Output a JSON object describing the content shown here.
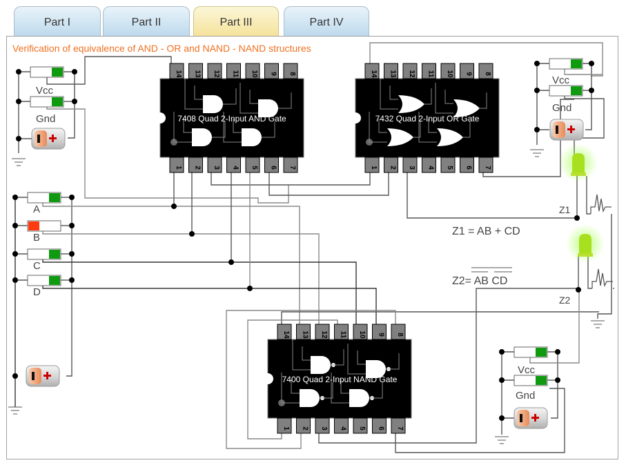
{
  "tabs": [
    {
      "label": "Part I",
      "active": false
    },
    {
      "label": "Part II",
      "active": false
    },
    {
      "label": "Part III",
      "active": true
    },
    {
      "label": "Part IV",
      "active": false
    }
  ],
  "title": "Verification of equivalence of AND - OR and NAND - NAND structures",
  "chips": {
    "and": {
      "label": "7408 Quad 2-Input AND Gate",
      "pins_top": [
        "14",
        "13",
        "12",
        "11",
        "10",
        "9",
        "8"
      ],
      "pins_bottom": [
        "1",
        "2",
        "3",
        "4",
        "5",
        "6",
        "7"
      ]
    },
    "or": {
      "label": "7432 Quad 2-Input OR Gate",
      "pins_top": [
        "14",
        "13",
        "12",
        "11",
        "10",
        "9",
        "8"
      ],
      "pins_bottom": [
        "1",
        "2",
        "3",
        "4",
        "5",
        "6",
        "7"
      ]
    },
    "nand": {
      "label": "7400 Quad 2-Input NAND Gate",
      "pins_top": [
        "14",
        "13",
        "12",
        "11",
        "10",
        "9",
        "8"
      ],
      "pins_bottom": [
        "1",
        "2",
        "3",
        "4",
        "5",
        "6",
        "7"
      ]
    }
  },
  "power_supplies": [
    {
      "vcc_label": "Vcc",
      "gnd_label": "Gnd",
      "vcc_state": "on",
      "gnd_state": "on"
    },
    {
      "vcc_label": "Vcc",
      "gnd_label": "Gnd",
      "vcc_state": "on",
      "gnd_state": "on"
    },
    {
      "vcc_label": "Vcc",
      "gnd_label": "Gnd",
      "vcc_state": "on",
      "gnd_state": "on"
    }
  ],
  "inputs": [
    {
      "label": "A",
      "state": "1"
    },
    {
      "label": "B",
      "state": "0"
    },
    {
      "label": "C",
      "state": "1"
    },
    {
      "label": "D",
      "state": "1"
    }
  ],
  "outputs": {
    "z1_label": "Z1",
    "z1_expr": "Z1 = AB + CD",
    "z1_led": "on",
    "z2_label": "Z2",
    "z2_expr": "Z2= AB  CD",
    "z2_led": "on"
  },
  "colors": {
    "switch_on": "#109a10",
    "switch_off": "#ff3c10",
    "title": "#f07020",
    "led_on": "#a8e020",
    "chip": "#000000",
    "pin": "#808080"
  }
}
